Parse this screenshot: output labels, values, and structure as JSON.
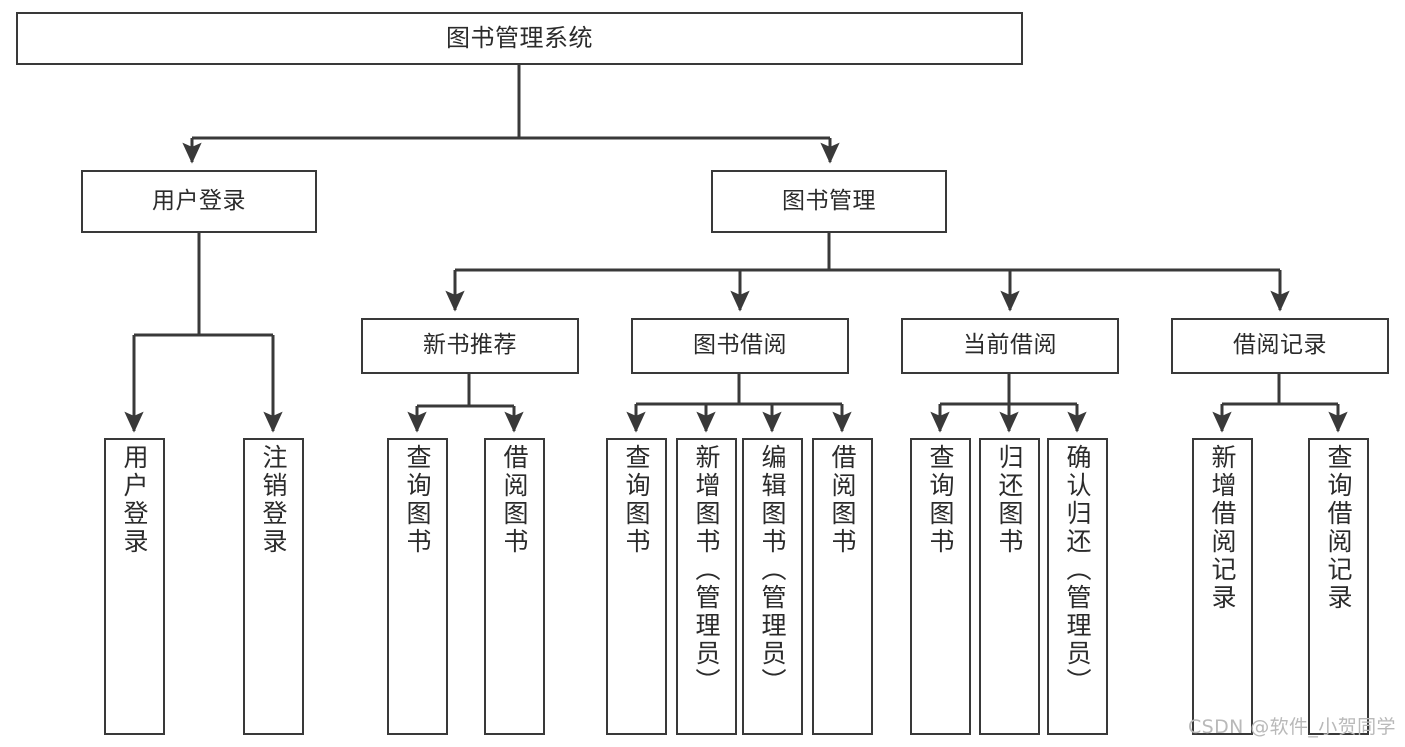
{
  "diagram": {
    "title": "图书管理系统",
    "type": "hierarchy-tree",
    "root": {
      "id": "root",
      "label": "图书管理系统"
    },
    "level2": [
      {
        "id": "user-login",
        "label": "用户登录"
      },
      {
        "id": "book-manage",
        "label": "图书管理"
      }
    ],
    "level3": [
      {
        "id": "new-book-recommend",
        "label": "新书推荐",
        "parent": "book-manage"
      },
      {
        "id": "book-borrow",
        "label": "图书借阅",
        "parent": "book-manage"
      },
      {
        "id": "current-borrow",
        "label": "当前借阅",
        "parent": "book-manage"
      },
      {
        "id": "borrow-record",
        "label": "借阅记录",
        "parent": "book-manage"
      }
    ],
    "leaves": [
      {
        "id": "leaf-user-login",
        "label": "用户登录",
        "parent": "user-login"
      },
      {
        "id": "leaf-logout",
        "label": "注销登录",
        "parent": "user-login"
      },
      {
        "id": "leaf-query-book-1",
        "label": "查询图书",
        "parent": "new-book-recommend"
      },
      {
        "id": "leaf-borrow-book-1",
        "label": "借阅图书",
        "parent": "new-book-recommend"
      },
      {
        "id": "leaf-query-book-2",
        "label": "查询图书",
        "parent": "book-borrow"
      },
      {
        "id": "leaf-add-book",
        "label": "新增图书（管理员）",
        "parent": "book-borrow"
      },
      {
        "id": "leaf-edit-book",
        "label": "编辑图书（管理员）",
        "parent": "book-borrow"
      },
      {
        "id": "leaf-borrow-book-2",
        "label": "借阅图书",
        "parent": "book-borrow"
      },
      {
        "id": "leaf-query-book-3",
        "label": "查询图书",
        "parent": "current-borrow"
      },
      {
        "id": "leaf-return-book",
        "label": "归还图书",
        "parent": "current-borrow"
      },
      {
        "id": "leaf-confirm-return",
        "label": "确认归还（管理员）",
        "parent": "current-borrow"
      },
      {
        "id": "leaf-add-record",
        "label": "新增借阅记录",
        "parent": "borrow-record"
      },
      {
        "id": "leaf-query-record",
        "label": "查询借阅记录",
        "parent": "borrow-record"
      }
    ],
    "colors": {
      "stroke": "#393939",
      "text": "#2b2b2b",
      "background": "#ffffff",
      "watermark": "#b9b9b9"
    }
  },
  "watermark": {
    "text": "CSDN @软件_小贺同学"
  }
}
